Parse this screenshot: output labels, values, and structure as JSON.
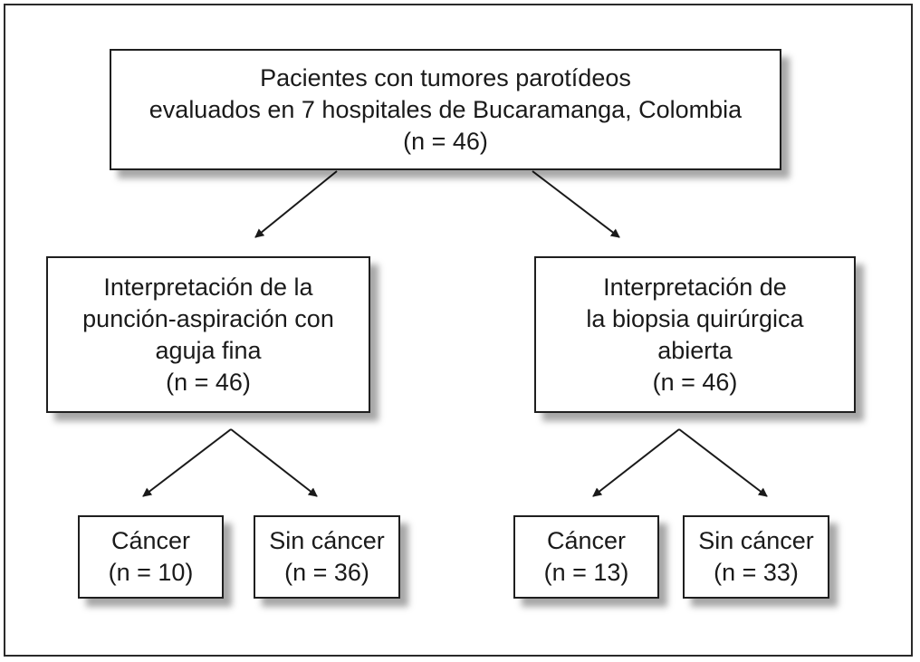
{
  "top": {
    "line1": "Pacientes con tumores parotídeos",
    "line2": "evaluados en 7 hospitales de Bucaramanga, Colombia",
    "line3": "(n = 46)"
  },
  "left": {
    "line1": "Interpretación de la",
    "line2": "punción-aspiración con",
    "line3": "aguja fina",
    "line4": "(n = 46)",
    "cancer": {
      "label": "Cáncer",
      "n": "(n = 10)"
    },
    "no_cancer": {
      "label": "Sin cáncer",
      "n": "(n = 36)"
    }
  },
  "right": {
    "line1": "Interpretación de",
    "line2": "la biopsia quirúrgica",
    "line3": "abierta",
    "line4": "(n = 46)",
    "cancer": {
      "label": "Cáncer",
      "n": "(n = 13)"
    },
    "no_cancer": {
      "label": "Sin cáncer",
      "n": "(n = 33)"
    }
  }
}
